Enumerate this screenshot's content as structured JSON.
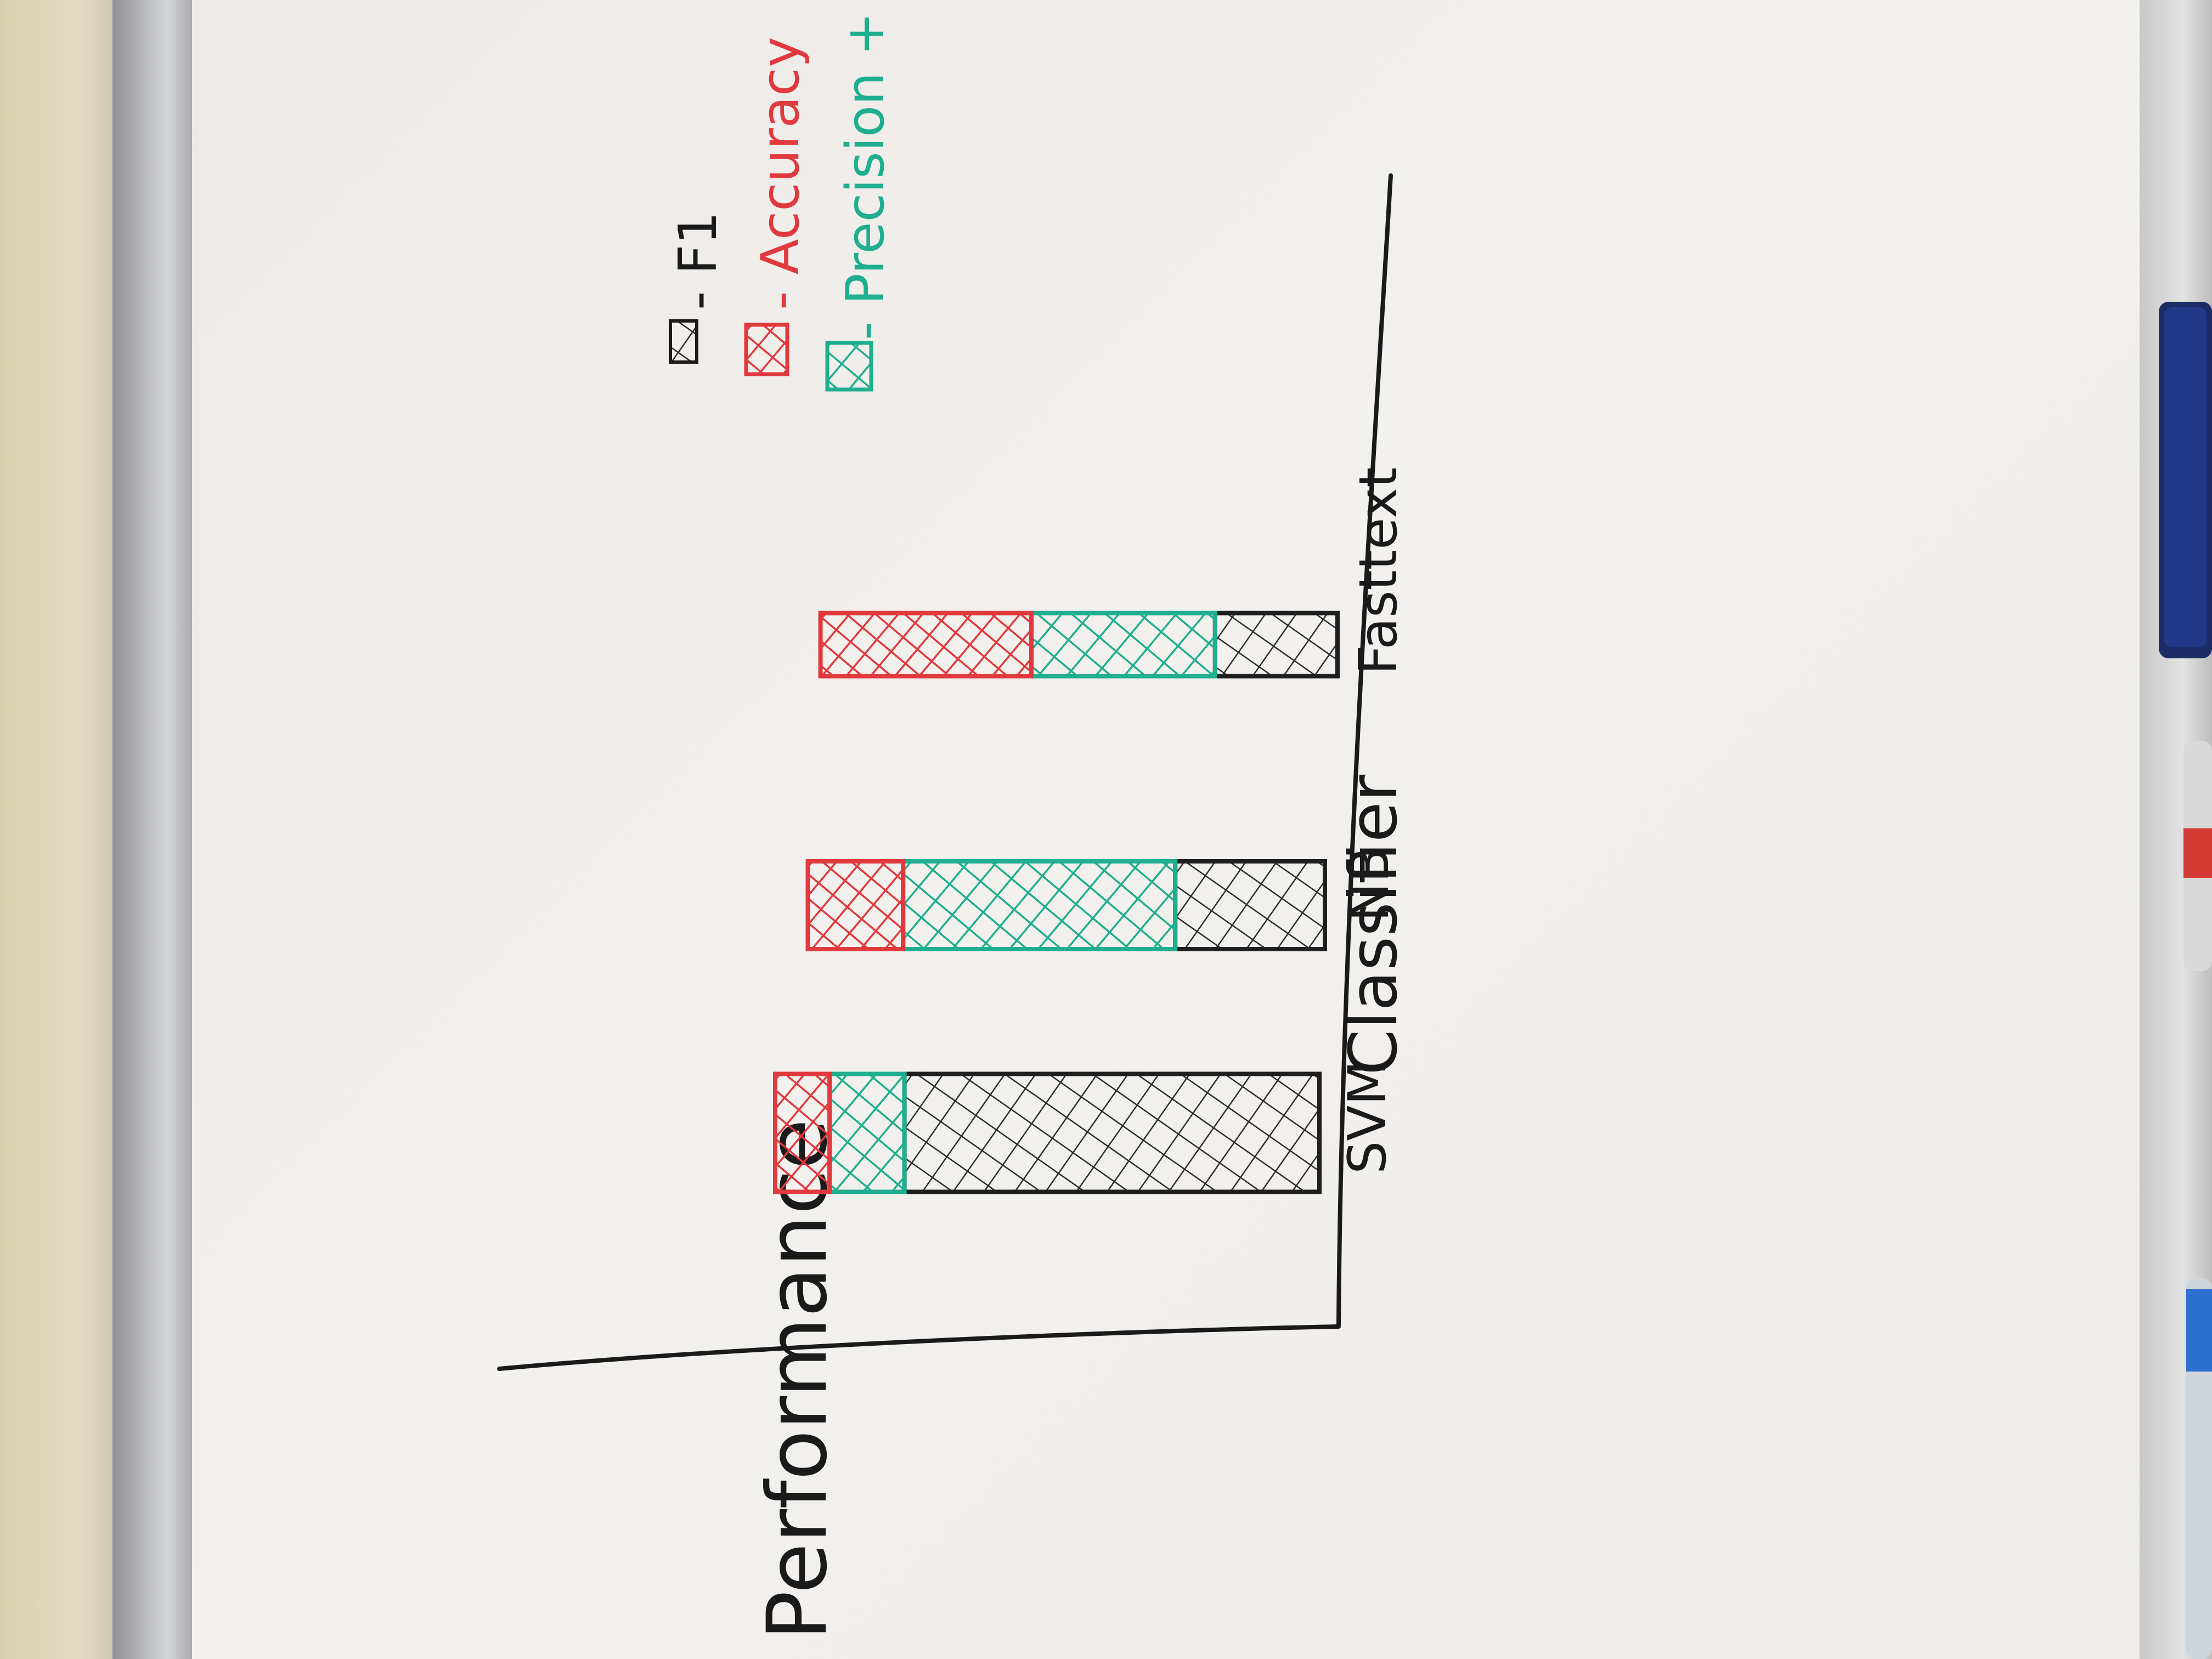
{
  "chart_data": {
    "type": "bar",
    "title": "",
    "xlabel": "Classifier",
    "ylabel": "Performance",
    "categories": [
      "SVM",
      "NB",
      "Fasttext"
    ],
    "series": [
      {
        "name": "F1",
        "values": [
          0.61,
          0.22,
          0.18
        ],
        "color": "#1f1f1f"
      },
      {
        "name": "Precision + R",
        "values": [
          0.11,
          0.4,
          0.27
        ],
        "color": "#1fae8e"
      },
      {
        "name": "Accuracy",
        "values": [
          0.08,
          0.14,
          0.31
        ],
        "color": "#e0393e"
      }
    ],
    "stacked": true,
    "ylim": [
      0,
      1
    ],
    "grid": false,
    "legend": {
      "position": "top-right",
      "entries": [
        "- F1",
        "- Accuracy",
        "- Precision + R"
      ]
    },
    "orientation": "photo rotated 90 degrees clockwise"
  }
}
